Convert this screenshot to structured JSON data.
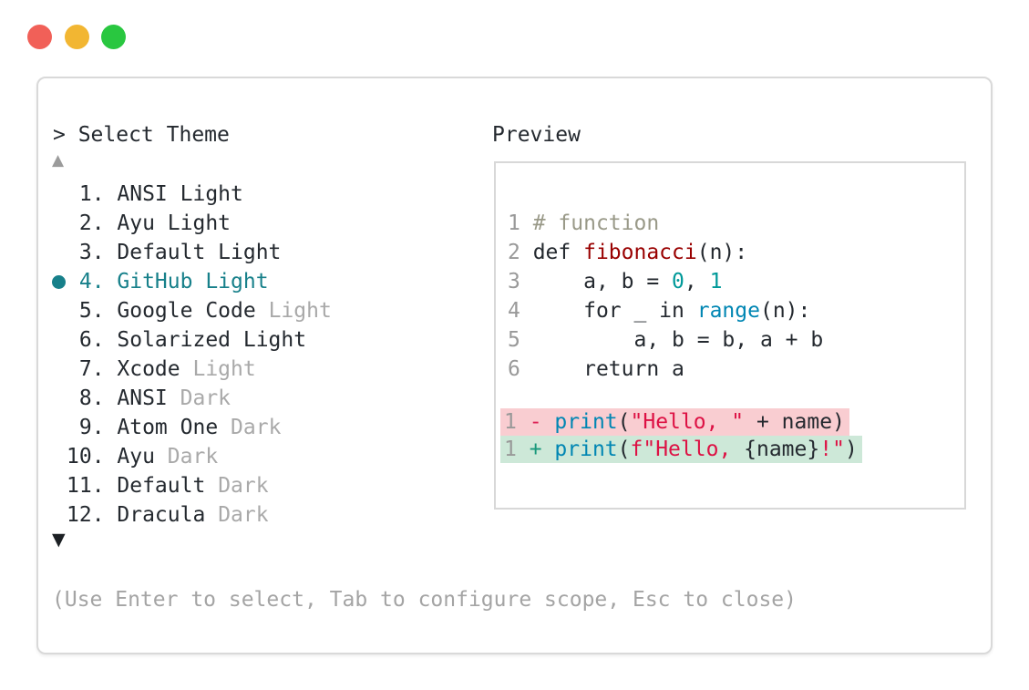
{
  "window_controls": [
    {
      "name": "close-button",
      "color": "#f16058"
    },
    {
      "name": "minimize-button",
      "color": "#f2b632"
    },
    {
      "name": "zoom-button",
      "color": "#29c740"
    }
  ],
  "theme_picker": {
    "title": "> Select Theme",
    "scroll_up_label": "▲",
    "scroll_down_label": "▼",
    "items": [
      {
        "num": " 1.",
        "main": "ANSI Light",
        "dim": "",
        "selected": false
      },
      {
        "num": " 2.",
        "main": "Ayu Light",
        "dim": "",
        "selected": false
      },
      {
        "num": " 3.",
        "main": "Default Light",
        "dim": "",
        "selected": false
      },
      {
        "num": " 4.",
        "main": "GitHub Light",
        "dim": "",
        "selected": true
      },
      {
        "num": " 5.",
        "main": "Google Code",
        "dim": "Light",
        "selected": false
      },
      {
        "num": " 6.",
        "main": "Solarized Light",
        "dim": "",
        "selected": false
      },
      {
        "num": " 7.",
        "main": "Xcode",
        "dim": "Light",
        "selected": false
      },
      {
        "num": " 8.",
        "main": "ANSI",
        "dim": "Dark",
        "selected": false
      },
      {
        "num": " 9.",
        "main": "Atom One",
        "dim": "Dark",
        "selected": false
      },
      {
        "num": "10.",
        "main": "Ayu",
        "dim": "Dark",
        "selected": false
      },
      {
        "num": "11.",
        "main": "Default",
        "dim": "Dark",
        "selected": false
      },
      {
        "num": "12.",
        "main": "Dracula",
        "dim": "Dark",
        "selected": false
      }
    ],
    "footer": "(Use Enter to select, Tab to configure scope, Esc to close)"
  },
  "preview": {
    "title": "Preview",
    "code_lines": [
      {
        "num": "1",
        "tokens": [
          {
            "c": "comment",
            "t": "# function"
          }
        ]
      },
      {
        "num": "2",
        "tokens": [
          {
            "c": "plain",
            "t": "def "
          },
          {
            "c": "func",
            "t": "fibonacci"
          },
          {
            "c": "plain",
            "t": "(n):"
          }
        ]
      },
      {
        "num": "3",
        "tokens": [
          {
            "c": "plain",
            "t": "    a, b = "
          },
          {
            "c": "num",
            "t": "0"
          },
          {
            "c": "plain",
            "t": ", "
          },
          {
            "c": "num",
            "t": "1"
          }
        ]
      },
      {
        "num": "4",
        "tokens": [
          {
            "c": "plain",
            "t": "    for _ in "
          },
          {
            "c": "builtin",
            "t": "range"
          },
          {
            "c": "plain",
            "t": "(n):"
          }
        ]
      },
      {
        "num": "5",
        "tokens": [
          {
            "c": "plain",
            "t": "        a, b = b, a + b"
          }
        ]
      },
      {
        "num": "6",
        "tokens": [
          {
            "c": "plain",
            "t": "    return a"
          }
        ]
      }
    ],
    "diff_lines": [
      {
        "num": "1",
        "kind": "removed",
        "tokens": [
          {
            "c": "minus",
            "t": "- "
          },
          {
            "c": "builtin",
            "t": "print"
          },
          {
            "c": "plain",
            "t": "("
          },
          {
            "c": "str",
            "t": "\"Hello, \""
          },
          {
            "c": "plain",
            "t": " + name)"
          }
        ]
      },
      {
        "num": "1",
        "kind": "added",
        "tokens": [
          {
            "c": "plus",
            "t": "+ "
          },
          {
            "c": "builtin",
            "t": "print"
          },
          {
            "c": "plain",
            "t": "("
          },
          {
            "c": "str",
            "t": "f\"Hello, "
          },
          {
            "c": "plain",
            "t": "{name}"
          },
          {
            "c": "str",
            "t": "!\""
          },
          {
            "c": "plain",
            "t": ")"
          }
        ]
      }
    ]
  },
  "colors": {
    "ink": "#24292f",
    "dim": "#a9a9a9",
    "dim2": "#a4a4a4",
    "accent_teal": "#17808a",
    "line_number": "#999999",
    "comment": "#999988",
    "function_red": "#990000",
    "number_teal": "#009999",
    "builtin_blue": "#0086b3",
    "string_crimson": "#dd1144",
    "diff_minus": "#dd2255",
    "diff_plus": "#18987b",
    "removed_bg": "#f9cdd1",
    "added_bg": "#cde8d8",
    "window_border": "#d9d9d9"
  }
}
